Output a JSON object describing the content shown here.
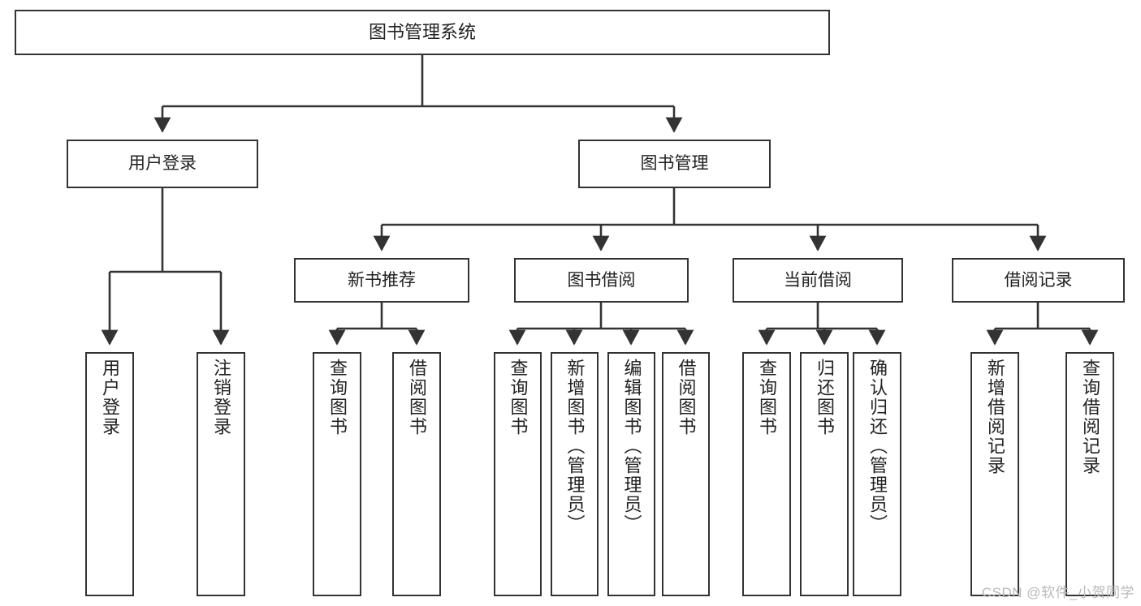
{
  "diagram": {
    "type": "tree-hierarchy",
    "title": "图书管理系统",
    "background_color": "#ffffff",
    "line_color": "#333333",
    "box_fill": "#ffffff",
    "nodes": [
      {
        "id": "root",
        "label": "图书管理系统",
        "level": 0,
        "orientation": "horizontal"
      },
      {
        "id": "login",
        "label": "用户登录",
        "level": 1,
        "orientation": "horizontal"
      },
      {
        "id": "bookmgmt",
        "label": "图书管理",
        "level": 1,
        "orientation": "horizontal"
      },
      {
        "id": "newbook",
        "label": "新书推荐",
        "level": 2,
        "orientation": "horizontal"
      },
      {
        "id": "borrow",
        "label": "图书借阅",
        "level": 2,
        "orientation": "horizontal"
      },
      {
        "id": "current",
        "label": "当前借阅",
        "level": 2,
        "orientation": "horizontal"
      },
      {
        "id": "record",
        "label": "借阅记录",
        "level": 2,
        "orientation": "horizontal"
      },
      {
        "id": "userlogin",
        "label": "用户登录",
        "level": 3,
        "orientation": "vertical",
        "parent": "login"
      },
      {
        "id": "logout",
        "label": "注销登录",
        "level": 3,
        "orientation": "vertical",
        "parent": "login"
      },
      {
        "id": "q1",
        "label": "查询图书",
        "level": 3,
        "orientation": "vertical",
        "parent": "newbook"
      },
      {
        "id": "b1",
        "label": "借阅图书",
        "level": 3,
        "orientation": "vertical",
        "parent": "newbook"
      },
      {
        "id": "q2",
        "label": "查询图书",
        "level": 3,
        "orientation": "vertical",
        "parent": "borrow"
      },
      {
        "id": "add",
        "label": "新增图书（管理员）",
        "level": 3,
        "orientation": "vertical",
        "parent": "borrow"
      },
      {
        "id": "edit",
        "label": "编辑图书（管理员）",
        "level": 3,
        "orientation": "vertical",
        "parent": "borrow"
      },
      {
        "id": "b2",
        "label": "借阅图书",
        "level": 3,
        "orientation": "vertical",
        "parent": "borrow"
      },
      {
        "id": "q3",
        "label": "查询图书",
        "level": 3,
        "orientation": "vertical",
        "parent": "current"
      },
      {
        "id": "return",
        "label": "归还图书",
        "level": 3,
        "orientation": "vertical",
        "parent": "current"
      },
      {
        "id": "confirm",
        "label": "确认归还（管理员）",
        "level": 3,
        "orientation": "vertical",
        "parent": "current"
      },
      {
        "id": "addrec",
        "label": "新增借阅记录",
        "level": 3,
        "orientation": "vertical",
        "parent": "record"
      },
      {
        "id": "qrec",
        "label": "查询借阅记录",
        "level": 3,
        "orientation": "vertical",
        "parent": "record"
      }
    ],
    "edges": [
      {
        "from": "root",
        "to": "login"
      },
      {
        "from": "root",
        "to": "bookmgmt"
      },
      {
        "from": "login",
        "to": "userlogin"
      },
      {
        "from": "login",
        "to": "logout"
      },
      {
        "from": "bookmgmt",
        "to": "newbook"
      },
      {
        "from": "bookmgmt",
        "to": "borrow"
      },
      {
        "from": "bookmgmt",
        "to": "current"
      },
      {
        "from": "bookmgmt",
        "to": "record"
      },
      {
        "from": "newbook",
        "to": "q1"
      },
      {
        "from": "newbook",
        "to": "b1"
      },
      {
        "from": "borrow",
        "to": "q2"
      },
      {
        "from": "borrow",
        "to": "add"
      },
      {
        "from": "borrow",
        "to": "edit"
      },
      {
        "from": "borrow",
        "to": "b2"
      },
      {
        "from": "current",
        "to": "q3"
      },
      {
        "from": "current",
        "to": "return"
      },
      {
        "from": "current",
        "to": "confirm"
      },
      {
        "from": "record",
        "to": "addrec"
      },
      {
        "from": "record",
        "to": "qrec"
      }
    ]
  },
  "watermark": "CSDN @软件_小贺同学"
}
